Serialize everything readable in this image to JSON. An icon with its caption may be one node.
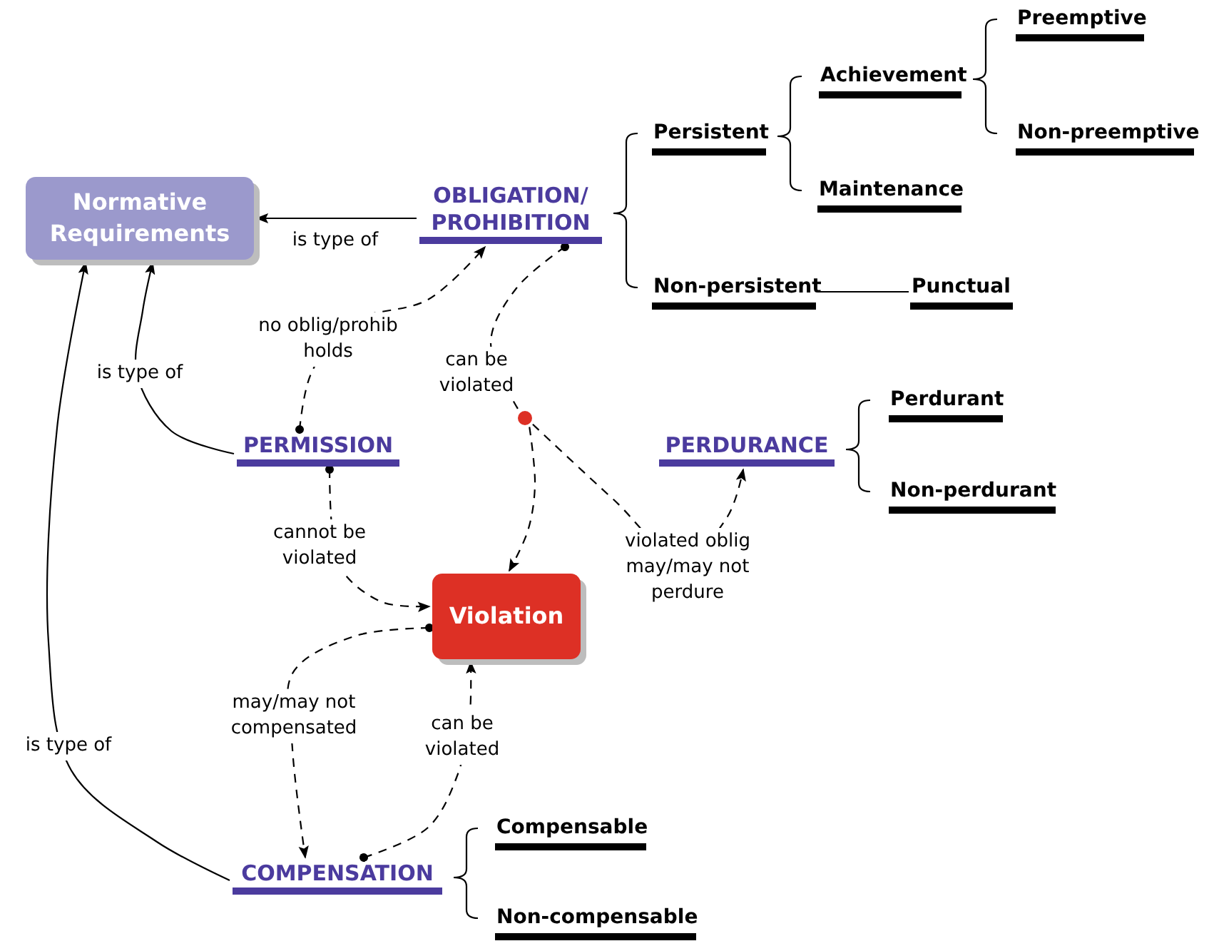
{
  "diagram": {
    "nodes": [
      {
        "text": [
          "Normative Requirements"
        ]
      },
      {
        "text": [
          "OBLIGATION/ PROHIBITION"
        ]
      },
      {
        "text": [
          "Persistent"
        ]
      },
      {
        "text": [
          "Achievement"
        ]
      },
      {
        "text": [
          "Preemptive"
        ]
      },
      {
        "text": [
          "Non-preemptive"
        ]
      },
      {
        "text": [
          "Maintenance"
        ]
      },
      {
        "text": [
          "Non-persistent"
        ]
      },
      {
        "text": [
          "Punctual"
        ]
      },
      {
        "text": [
          "PERMISSION"
        ]
      },
      {
        "text": [],
        "shape": "circle"
      },
      {
        "text": [
          "PERDURANCE"
        ]
      },
      {
        "text": [
          "Perdurant"
        ]
      },
      {
        "text": [
          "Non-perdurant"
        ]
      },
      {
        "text": [
          "Violation"
        ]
      },
      {
        "text": [
          "COMPENSATION"
        ]
      },
      {
        "text": [
          "Compensable"
        ]
      },
      {
        "text": [
          "Non-compensable"
        ]
      }
    ],
    "edges": [
      {
        "from": 1,
        "to": 0,
        "arrow": "to",
        "label": "is type of"
      },
      {
        "from": 9,
        "to": 0,
        "arrow": "to",
        "label": "is type of"
      },
      {
        "from": 15,
        "to": 0,
        "arrow": "to",
        "label": "is type of"
      },
      {
        "from": 9,
        "to": 1,
        "arrow": "to",
        "label": "no oblig/prohib holds",
        "style": "dashed"
      },
      {
        "from": 1,
        "to": 10,
        "arrow": "other",
        "label": "can be violated",
        "style": "dashed"
      },
      {
        "from": 10,
        "to": 14,
        "arrow": "to",
        "style": "dashed"
      },
      {
        "from": 10,
        "to": 11,
        "arrow": "to",
        "label": "violated oblig may/may not perdure",
        "style": "dashed"
      },
      {
        "from": 9,
        "to": 14,
        "arrow": "to",
        "label": "cannot be violated",
        "style": "dashed"
      },
      {
        "from": 14,
        "to": 15,
        "arrow": "to",
        "label": "may/may not compensated",
        "style": "dashed"
      },
      {
        "from": 15,
        "to": 14,
        "arrow": "to",
        "label": "can be violated",
        "style": "dashed"
      },
      {
        "from": 1,
        "to": 2,
        "arrow": "none"
      },
      {
        "from": 1,
        "to": 7,
        "arrow": "none"
      },
      {
        "from": 2,
        "to": 3,
        "arrow": "none"
      },
      {
        "from": 2,
        "to": 6,
        "arrow": "none"
      },
      {
        "from": 3,
        "to": 4,
        "arrow": "none"
      },
      {
        "from": 3,
        "to": 5,
        "arrow": "none"
      },
      {
        "from": 7,
        "to": 8,
        "arrow": "none"
      },
      {
        "from": 11,
        "to": 12,
        "arrow": "none"
      },
      {
        "from": 11,
        "to": 13,
        "arrow": "none"
      },
      {
        "from": 15,
        "to": 16,
        "arrow": "none"
      },
      {
        "from": 15,
        "to": 17,
        "arrow": "none"
      }
    ]
  }
}
